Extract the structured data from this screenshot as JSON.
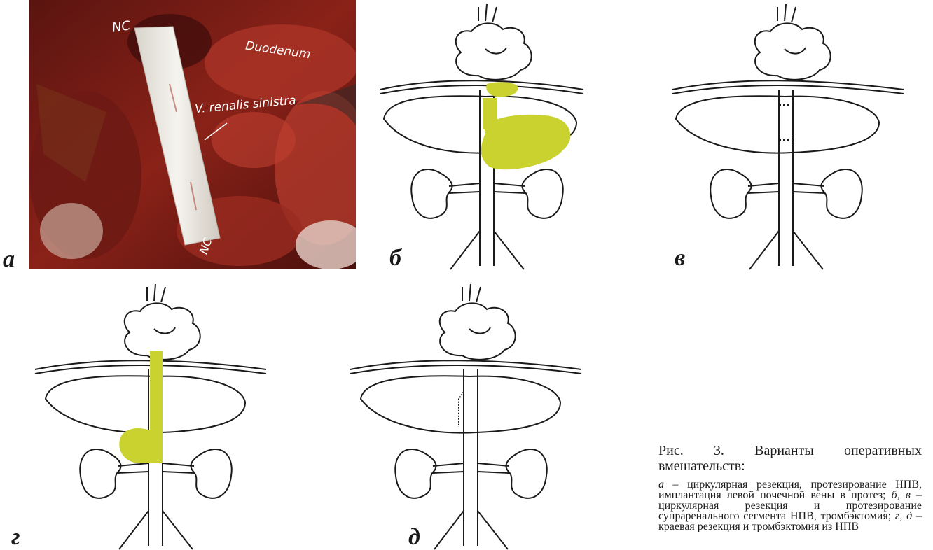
{
  "figure": {
    "panels": [
      {
        "id": "a",
        "letter": "а",
        "type": "photograph",
        "photo_labels": {
          "top": "NC",
          "organ": "Duodenum",
          "vein": "V. renalis sinistra",
          "bottom": "NC"
        }
      },
      {
        "id": "b",
        "letter": "б",
        "type": "schematic"
      },
      {
        "id": "v",
        "letter": "в",
        "type": "schematic"
      },
      {
        "id": "g",
        "letter": "г",
        "type": "schematic"
      },
      {
        "id": "d",
        "letter": "д",
        "type": "schematic"
      }
    ],
    "highlight_color": "#c9d22e",
    "caption": {
      "title": "Рис. 3. Варианты оперативных вмешательств:",
      "items": [
        {
          "letters": "а",
          "text": " – циркулярная резекция, протезирование НПВ, имплантация левой почечной вены в протез; "
        },
        {
          "letters": "б, в",
          "text": " – циркулярная резекция и протезирование супраренального сегмента НПВ, тромбэктомия; "
        },
        {
          "letters": "г, д",
          "text": " – краевая резекция и тромбэктомия из НПВ"
        }
      ]
    }
  }
}
